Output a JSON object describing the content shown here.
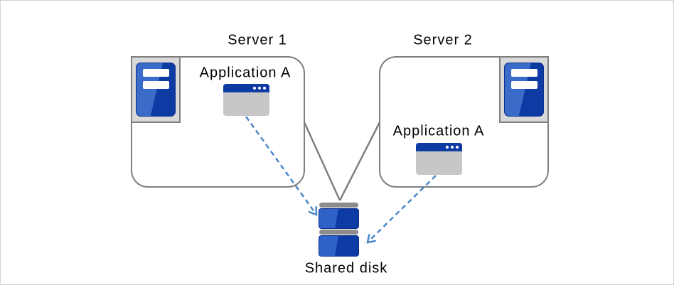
{
  "diagram": {
    "description": "Two servers running the same application connected to one shared disk",
    "servers": [
      {
        "id": "server1",
        "label": "Server 1",
        "application": {
          "label": "Application A"
        }
      },
      {
        "id": "server2",
        "label": "Server 2",
        "application": {
          "label": "Application A"
        }
      }
    ],
    "disk": {
      "label": "Shared disk"
    },
    "edges": [
      {
        "from": "server1",
        "to": "shared-disk",
        "style": "solid-line"
      },
      {
        "from": "server2",
        "to": "shared-disk",
        "style": "solid-line"
      },
      {
        "from": "application-a-on-server1",
        "to": "shared-disk",
        "style": "dashed-arrow"
      },
      {
        "from": "application-a-on-server2",
        "to": "shared-disk",
        "style": "dashed-arrow"
      }
    ],
    "icons": [
      "server-tower-icon",
      "app-window-icon",
      "disk-stack-icon"
    ],
    "colors": {
      "box_border": "#7f7f7f",
      "connector_gray": "#7f7f7f",
      "arrow_blue": "#4a86c8",
      "icon_blue_light": "#3a6bc8",
      "icon_blue_dark": "#0d3aa3",
      "icon_frame_gray": "#d9d9d9",
      "window_body_gray": "#c7c7c7",
      "disk_cap_gray": "#8c8c8c",
      "canvas_border": "#d2d2d2"
    }
  }
}
